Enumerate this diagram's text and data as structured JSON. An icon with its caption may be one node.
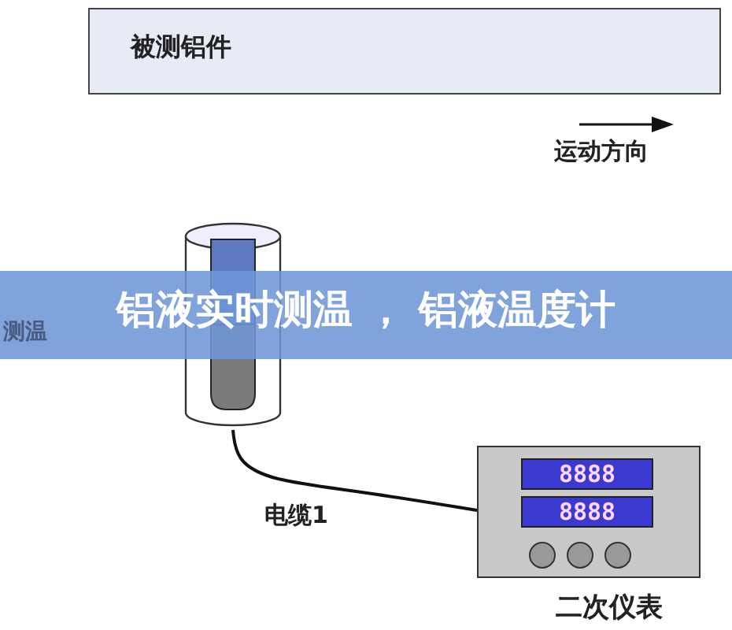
{
  "diagram": {
    "title": "铝液实时测温 ， 铝液温度计",
    "nodes": [
      {
        "text": [
          "被测铝件"
        ]
      },
      {
        "text": [],
        "shape": "picture"
      },
      {
        "text": [
          "二次仪表"
        ]
      }
    ],
    "edges": [
      {
        "from": 1,
        "to": 2,
        "arrow": "none",
        "label": "电缆1"
      }
    ],
    "labels": [
      "运动方向",
      "测温",
      "8888",
      "8888"
    ]
  }
}
